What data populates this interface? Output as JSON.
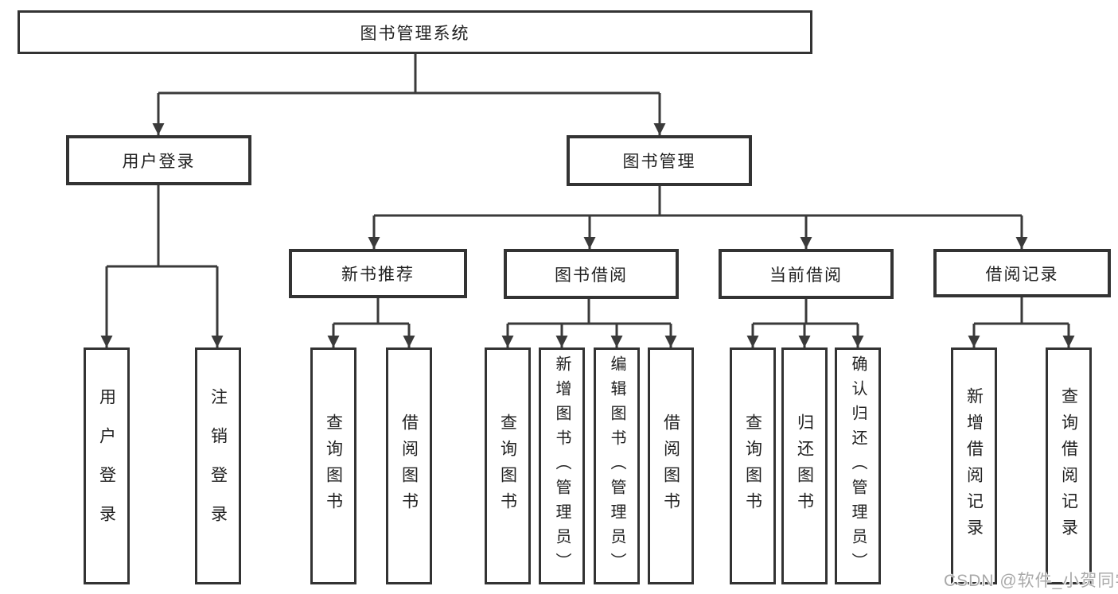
{
  "tree": {
    "root": {
      "label": "图书管理系统"
    },
    "branches": [
      {
        "label": "用户登录",
        "children": [
          {
            "label": "用户登录"
          },
          {
            "label": "注销登录"
          }
        ]
      },
      {
        "label": "图书管理",
        "children": [
          {
            "label": "新书推荐",
            "children": [
              {
                "label": "查询图书"
              },
              {
                "label": "借阅图书"
              }
            ]
          },
          {
            "label": "图书借阅",
            "children": [
              {
                "label": "查询图书"
              },
              {
                "label": "新增图书（管理员）"
              },
              {
                "label": "编辑图书（管理员）"
              },
              {
                "label": "借阅图书"
              }
            ]
          },
          {
            "label": "当前借阅",
            "children": [
              {
                "label": "查询图书"
              },
              {
                "label": "归还图书"
              },
              {
                "label": "确认归还（管理员）"
              }
            ]
          },
          {
            "label": "借阅记录",
            "children": [
              {
                "label": "新增借阅记录"
              },
              {
                "label": "查询借阅记录"
              }
            ]
          }
        ]
      }
    ]
  },
  "watermark": "CSDN @软件_小贺同学",
  "colors": {
    "line": "#3a3a3a",
    "border": "#333333",
    "text": "#212121",
    "watermark": "#a9a9a9",
    "background": "#ffffff"
  }
}
